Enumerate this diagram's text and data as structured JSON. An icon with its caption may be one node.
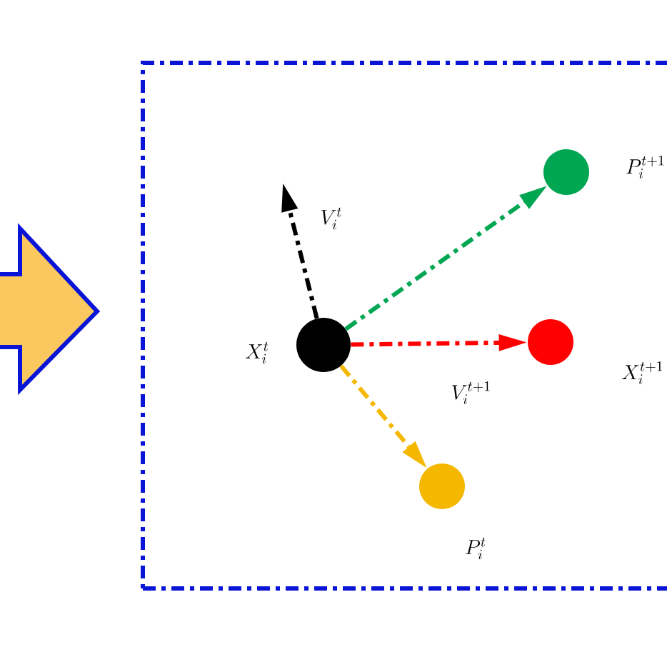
{
  "diagram": {
    "nodes": [
      {
        "text": [],
        "shape": "box"
      },
      {
        "text": [],
        "shape": "circle",
        "in": 0,
        "beside": [
          "X_i^t"
        ]
      },
      {
        "text": [],
        "shape": "circle",
        "in": 0,
        "beside": [
          "P_i^{t+1}"
        ]
      },
      {
        "text": [],
        "shape": "circle",
        "in": 0,
        "beside": [
          "X_i^{t+1}"
        ]
      },
      {
        "text": [],
        "shape": "circle",
        "in": 0,
        "beside": [
          "P_i^t"
        ]
      }
    ],
    "edges": [
      {
        "from": 1,
        "to": null,
        "arrow": "to",
        "label": "V_i^t",
        "color": "#000000"
      },
      {
        "from": 1,
        "to": 2,
        "arrow": "to",
        "color": "#00a651"
      },
      {
        "from": 1,
        "to": 3,
        "arrow": "to",
        "label": "V_i^{t+1}",
        "color": "#ff0000"
      },
      {
        "from": 1,
        "to": 4,
        "arrow": "to",
        "color": "#f5b800"
      }
    ]
  }
}
